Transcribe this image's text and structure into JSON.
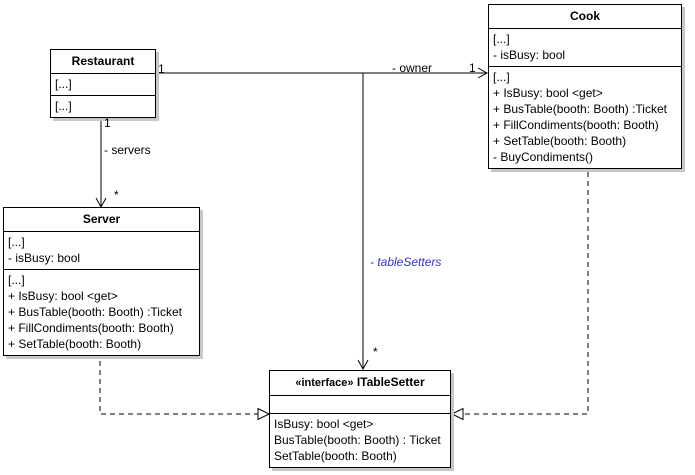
{
  "diagram": {
    "type": "uml-class-diagram",
    "title": "Restaurant / Cook / Server / ITableSetter class diagram",
    "link_color": "#3333cc",
    "line_color": "#000000",
    "shadow_color": "#c8c8c8",
    "background": "#ffffff"
  },
  "classes": {
    "restaurant": {
      "name": "Restaurant",
      "attributes": [
        "[...]"
      ],
      "operations": [
        "[...]"
      ]
    },
    "cook": {
      "name": "Cook",
      "attributes": [
        "[...]",
        "-  isBusy: bool"
      ],
      "operations": [
        "[...]",
        "+ IsBusy: bool <get>",
        "+ BusTable(booth: Booth) :Ticket",
        "+ FillCondiments(booth: Booth)",
        "+ SetTable(booth: Booth)",
        "-  BuyCondiments()"
      ]
    },
    "server": {
      "name": "Server",
      "attributes": [
        "[...]",
        "-  isBusy: bool"
      ],
      "operations": [
        "[...]",
        "+ IsBusy: bool <get>",
        "+ BusTable(booth: Booth) :Ticket",
        "+ FillCondiments(booth: Booth)",
        "+ SetTable(booth: Booth)"
      ]
    },
    "itablesetter": {
      "stereotype": "«interface»",
      "name": "ITableSetter",
      "attributes": [],
      "operations": [
        "IsBusy: bool <get>",
        "BusTable(booth: Booth) : Ticket",
        "SetTable(booth: Booth)"
      ]
    }
  },
  "relationships": [
    {
      "id": "restaurant-cook",
      "kind": "association",
      "from": "restaurant",
      "to": "cook",
      "role": "- owner",
      "source_multiplicity": "1",
      "target_multiplicity": "1"
    },
    {
      "id": "restaurant-server",
      "kind": "association",
      "from": "restaurant",
      "to": "server",
      "role": "- servers",
      "source_multiplicity": "1",
      "target_multiplicity": "*"
    },
    {
      "id": "restaurant-itablesetter",
      "kind": "association",
      "from": "restaurant",
      "to": "itablesetter",
      "role": "- tableSetters",
      "role_styled": true,
      "target_multiplicity": "*"
    },
    {
      "id": "server-itablesetter",
      "kind": "realization",
      "from": "server",
      "to": "itablesetter"
    },
    {
      "id": "cook-itablesetter",
      "kind": "realization",
      "from": "cook",
      "to": "itablesetter"
    }
  ],
  "labels": {
    "owner": "- owner",
    "servers": "- servers",
    "tableSetters": "- tableSetters",
    "mult_one_a": "1",
    "mult_one_b": "1",
    "mult_one_c": "1",
    "mult_star_a": "*",
    "mult_star_b": "*"
  }
}
